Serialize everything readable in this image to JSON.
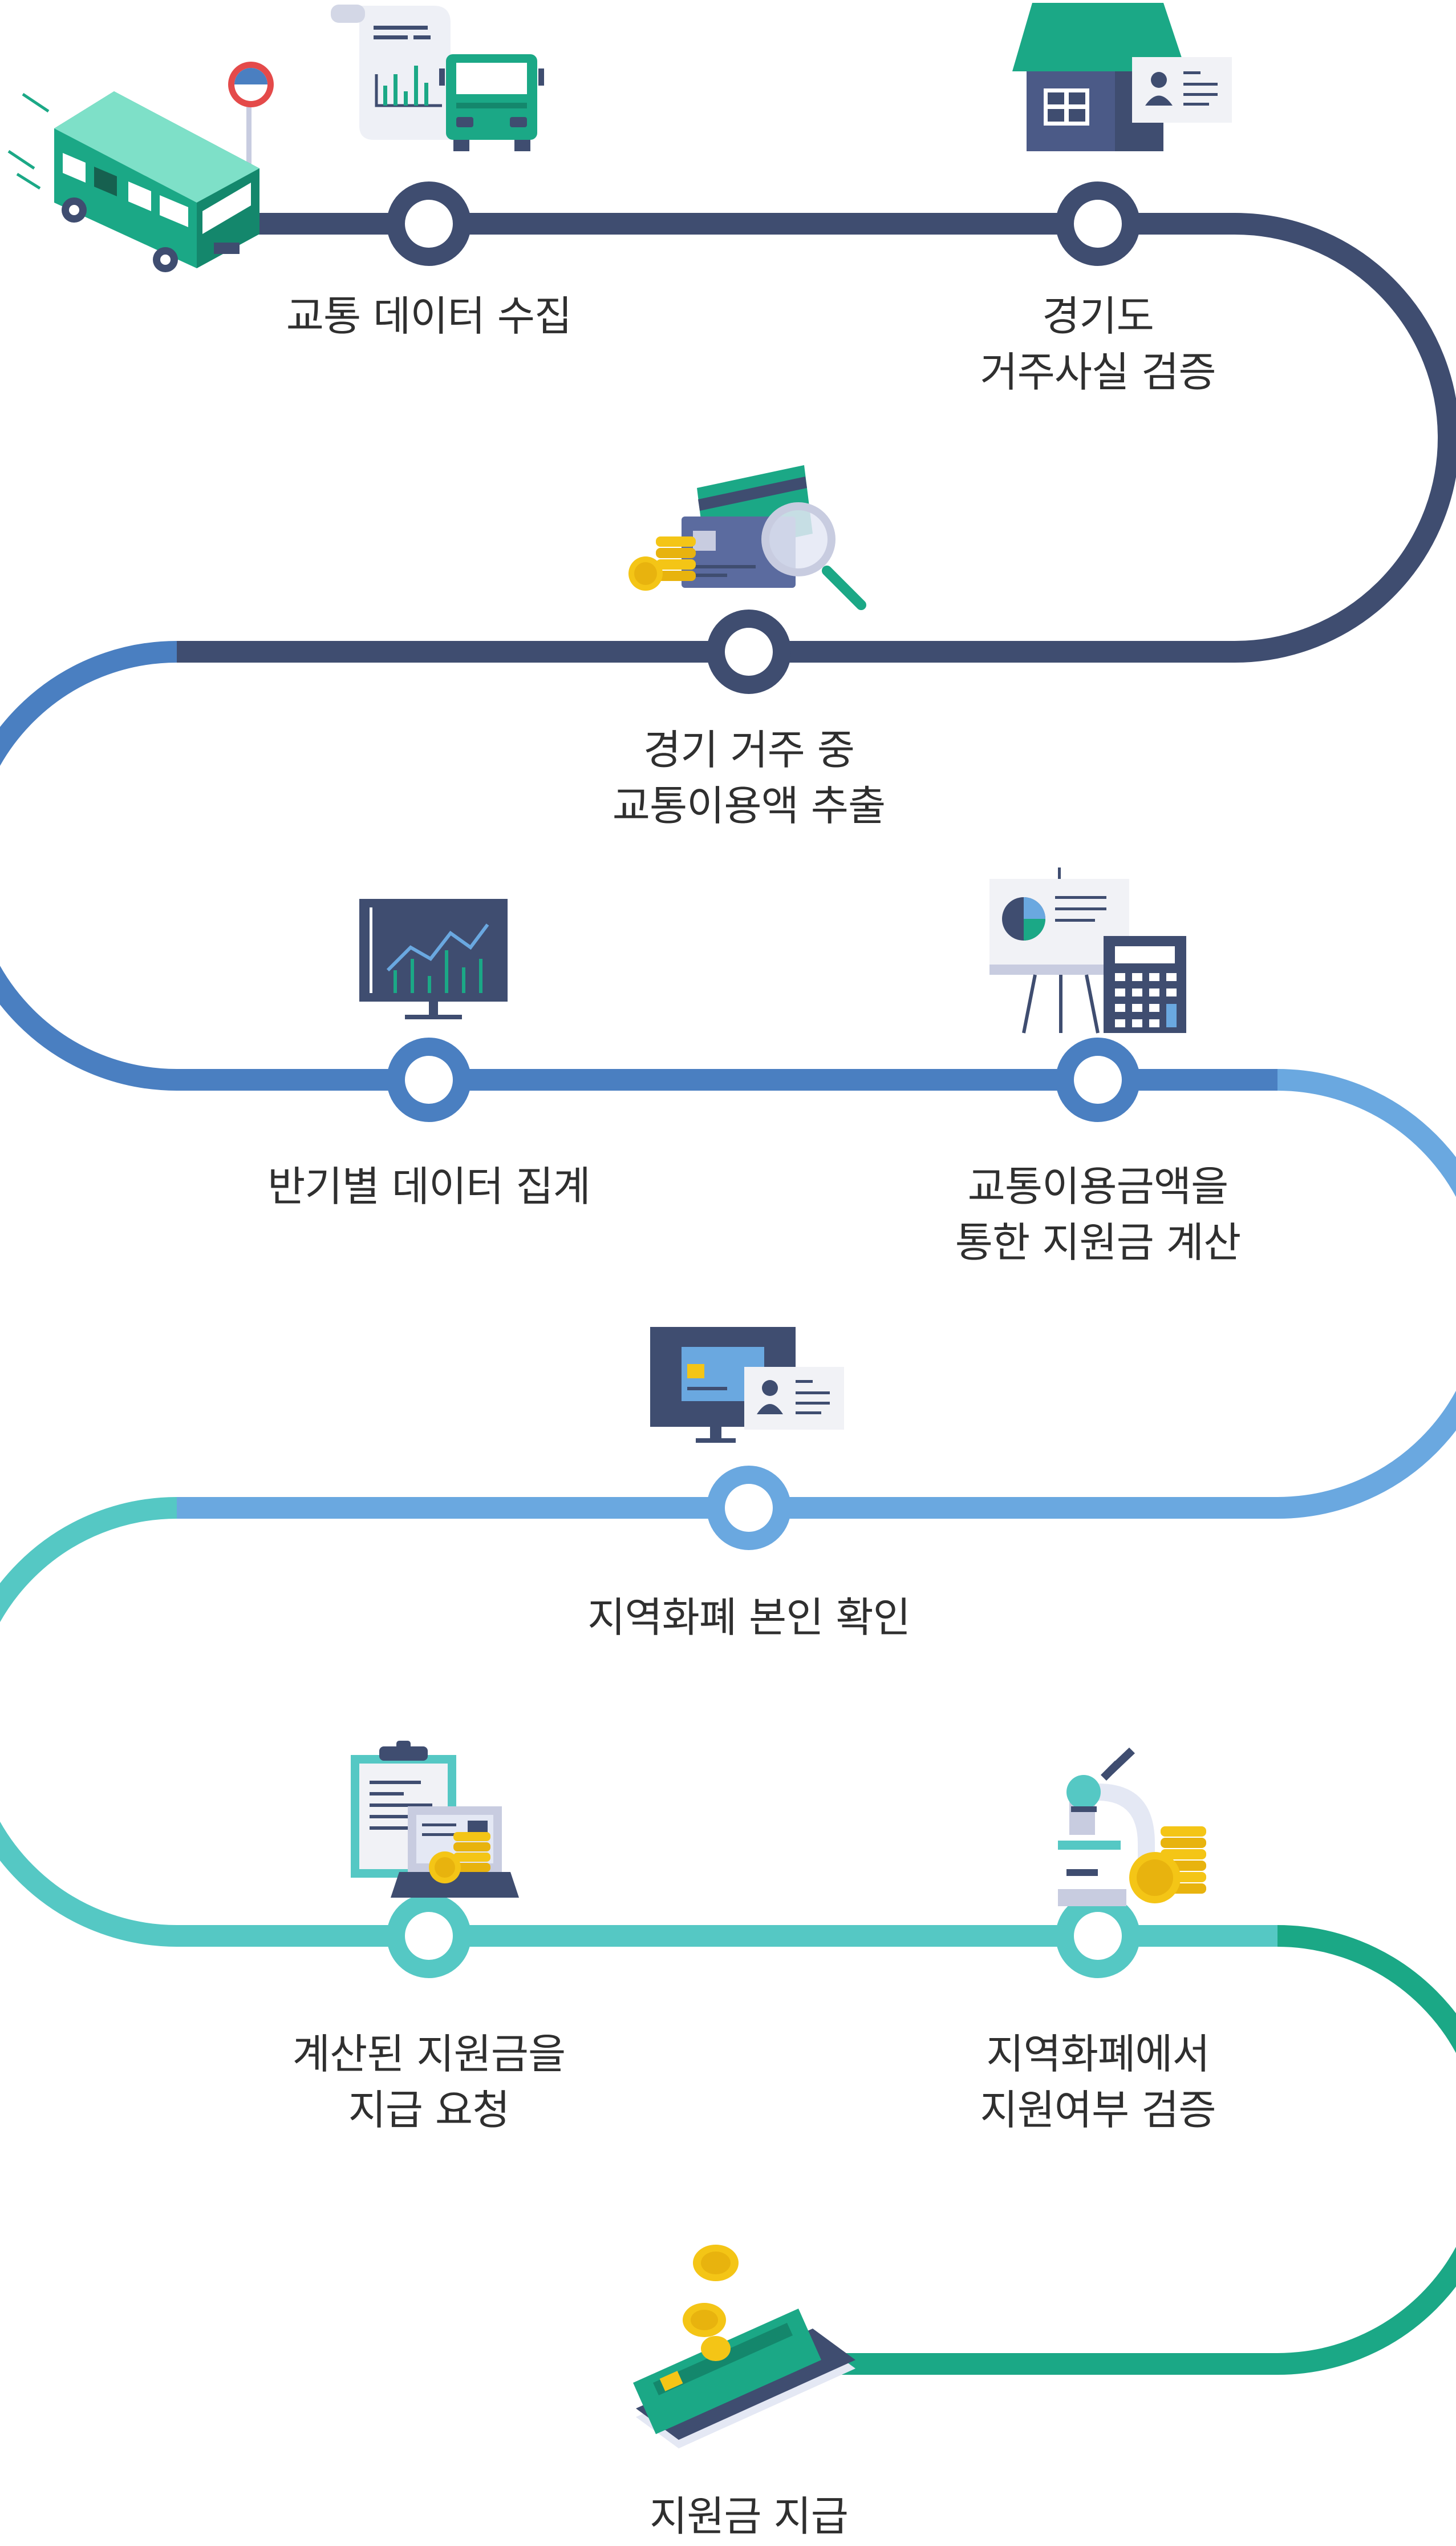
{
  "colors": {
    "navy": "#3F4D70",
    "blue": "#4A7FC1",
    "light_blue": "#6AA8E0",
    "teal": "#55C8C4",
    "green": "#1BA886",
    "gold": "#F4C516"
  },
  "steps": [
    {
      "id": "collect",
      "lines": [
        "교통 데이터 수집"
      ],
      "icon": "bus-document-icon"
    },
    {
      "id": "residency",
      "lines": [
        "경기도",
        "거주사실 검증"
      ],
      "icon": "house-id-icon"
    },
    {
      "id": "extract",
      "lines": [
        "경기 거주 중",
        "교통이용액 추출"
      ],
      "icon": "card-magnifier-icon"
    },
    {
      "id": "aggregate",
      "lines": [
        "반기별 데이터 집계"
      ],
      "icon": "monitor-chart-icon"
    },
    {
      "id": "calculate",
      "lines": [
        "교통이용금액을",
        "통한 지원금 계산"
      ],
      "icon": "presentation-calculator-icon"
    },
    {
      "id": "identity",
      "lines": [
        "지역화폐 본인 확인"
      ],
      "icon": "monitor-id-icon"
    },
    {
      "id": "request",
      "lines": [
        "계산된 지원금을",
        "지급 요청"
      ],
      "icon": "clipboard-laptop-icon"
    },
    {
      "id": "verify",
      "lines": [
        "지역화폐에서",
        "지원여부 검증"
      ],
      "icon": "microscope-coins-icon"
    },
    {
      "id": "payout",
      "lines": [
        "지원금 지급"
      ],
      "icon": "card-phone-coins-icon"
    }
  ]
}
